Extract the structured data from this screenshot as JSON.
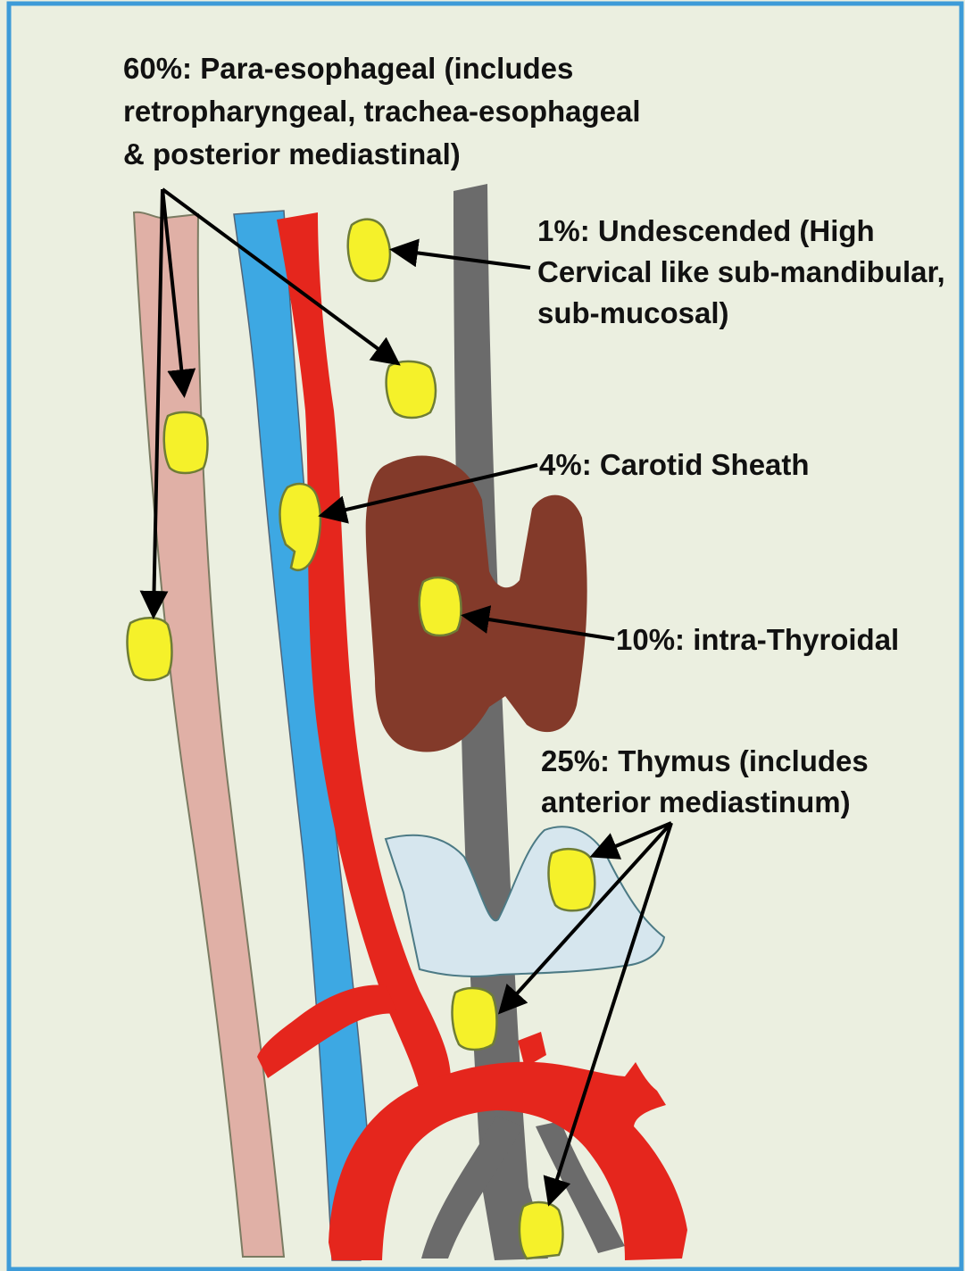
{
  "labels": {
    "para_esophageal": {
      "line1": "60%: Para-esophageal (includes",
      "line2": "retropharyngeal, trachea-esophageal",
      "line3": "& posterior mediastinal)"
    },
    "undescended": {
      "line1": "1%: Undescended (High",
      "line2": "Cervical like sub-mandibular,",
      "line3": "sub-mucosal)"
    },
    "carotid_sheath": "4%: Carotid Sheath",
    "intra_thyroidal": "10%: intra-Thyroidal",
    "thymus": {
      "line1": "25%: Thymus (includes",
      "line2": "anterior mediastinum)"
    }
  },
  "colors": {
    "background": "#ebefe0",
    "frame": "#3d9bd8",
    "esophagus": "#e0b0a6",
    "vein": "#3da8e3",
    "artery": "#e5261d",
    "thyroid": "#833a2a",
    "trachea": "#6b6b6b",
    "thymus": "#d6e6ee",
    "parathyroid": "#f5f12a",
    "arrow": "#000000"
  }
}
